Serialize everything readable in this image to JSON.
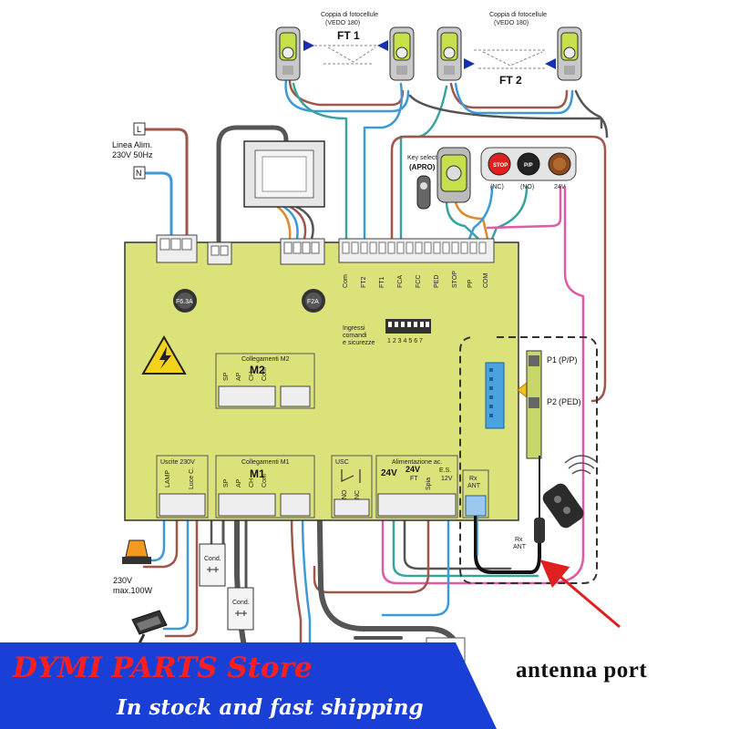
{
  "colors": {
    "board": "#dbe27a",
    "wire_brown": "#a0574b",
    "wire_blue": "#3d9ad6",
    "wire_gray": "#555555",
    "wire_pink": "#e05aa8",
    "wire_teal": "#3aa3a0",
    "wire_orange": "#e08a2e",
    "arrow_red": "#e02020",
    "banner_blue": "#1a3fd6",
    "store_red": "#ff1e1e"
  },
  "power_input": {
    "label_l": "L",
    "label_n": "N",
    "line_label_1": "Linea Alim.",
    "line_label_2": "230V 50Hz"
  },
  "photocells": {
    "ft1": "FT 1",
    "ft2": "FT 2",
    "pair_title": "Coppia di fotocellule",
    "pair_code": "(VEDO 180)"
  },
  "key_selector": {
    "title": "Key selector",
    "code": "(APRO)"
  },
  "buttons": {
    "stop": "STOP",
    "pip": "P/P",
    "voltage": "24V"
  },
  "button_terminals": [
    "(NC)",
    "(NO)",
    "24V"
  ],
  "fuses": {
    "f1": "F6.3A",
    "f2": "F2A"
  },
  "terminal_labels_top": [
    "Com",
    "FT2",
    "FT1",
    "FCA",
    "FCC",
    "PED",
    "STOP",
    "PP",
    "COM"
  ],
  "dip": {
    "title_1": "Ingressi",
    "title_2": "comandi",
    "title_3": "e sicurezze",
    "numbers": "1 2 3 4 5 6 7"
  },
  "m2": {
    "header": "Collegamenti M2",
    "name": "M2",
    "pins": [
      "SP",
      "AP",
      "CH",
      "Com"
    ]
  },
  "m1": {
    "header": "Collegamenti M1",
    "name": "M1",
    "pins": [
      "SP",
      "AP",
      "CH",
      "Com"
    ]
  },
  "outputs": {
    "header": "Uscite 230V",
    "pins": [
      "LAMP",
      "Luce C."
    ],
    "lamp_1": "230V",
    "lamp_2": "max.100W"
  },
  "usc": {
    "header": "USC",
    "pins": [
      "NO",
      "NC"
    ]
  },
  "aux_power": {
    "header": "Alimentazione ac.",
    "v1": "24V",
    "v2": "24V",
    "ft": "FT",
    "es": "E.S.",
    "v3": "12V",
    "spia": "Spia"
  },
  "antenna": {
    "rx": "Rx",
    "ant": "ANT",
    "caption": "antenna port"
  },
  "radio": {
    "p1": "P1",
    "p1_tag": "(P/P)",
    "p2": "P2",
    "p2_tag": "(PED)"
  },
  "capacitor": "Cond.",
  "banner": {
    "store": "DYMI PARTS Store",
    "tagline": "In stock and fast shipping"
  }
}
